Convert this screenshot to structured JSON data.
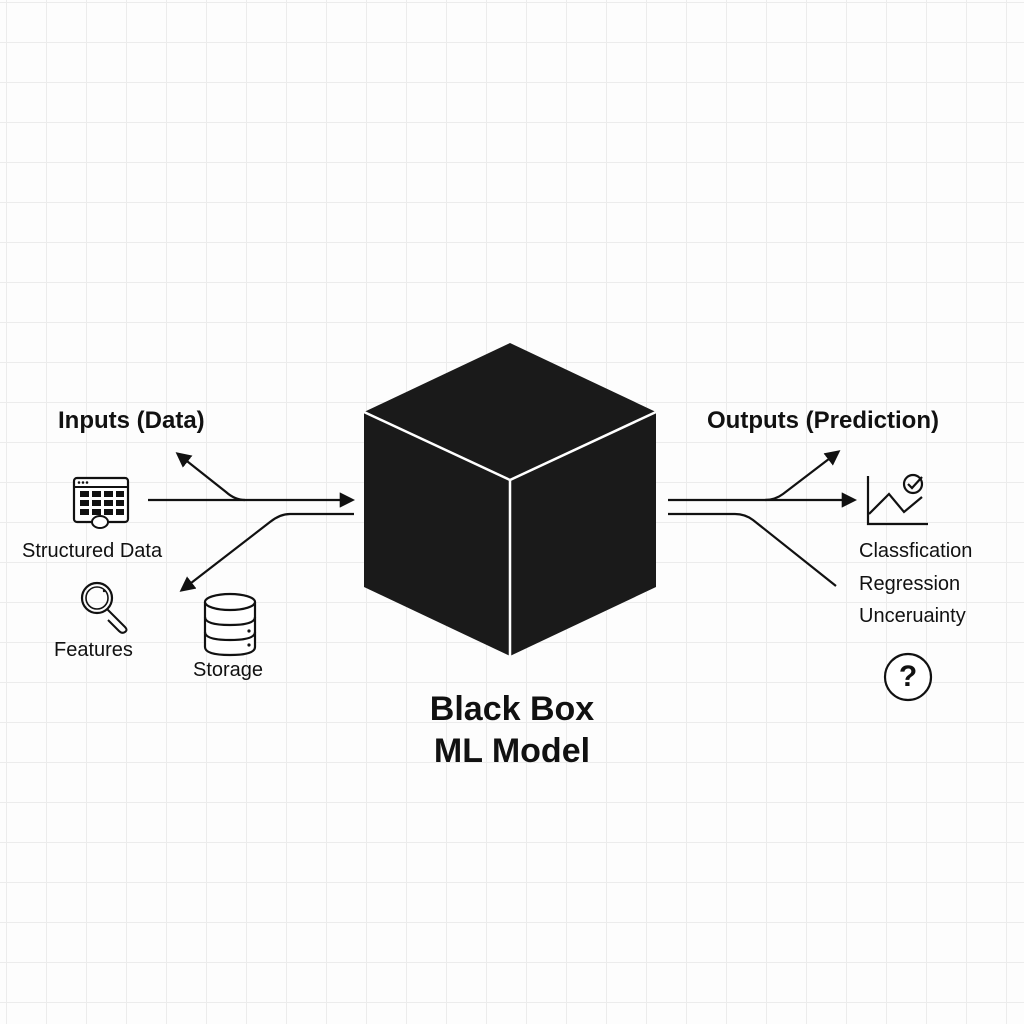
{
  "inputs": {
    "heading": "Inputs (Data)",
    "items": [
      {
        "label": "Structured Data",
        "icon": "table-icon"
      },
      {
        "label": "Features",
        "icon": "magnifier-icon"
      },
      {
        "label": "Storage",
        "icon": "database-icon"
      }
    ]
  },
  "model": {
    "title_line1": "Black Box",
    "title_line2": "ML Model",
    "icon": "cube-icon"
  },
  "outputs": {
    "heading": "Outputs (Prediction)",
    "items": [
      {
        "label": "Classfication"
      },
      {
        "label": "Regression"
      },
      {
        "label": "Unceruainty"
      }
    ],
    "chart_icon": "chart-check-icon",
    "question_icon": "question-circle-icon",
    "question_glyph": "?"
  },
  "colors": {
    "ink": "#111111",
    "cube": "#1a1a1a",
    "grid": "#ececec",
    "background": "#fdfdfd"
  }
}
